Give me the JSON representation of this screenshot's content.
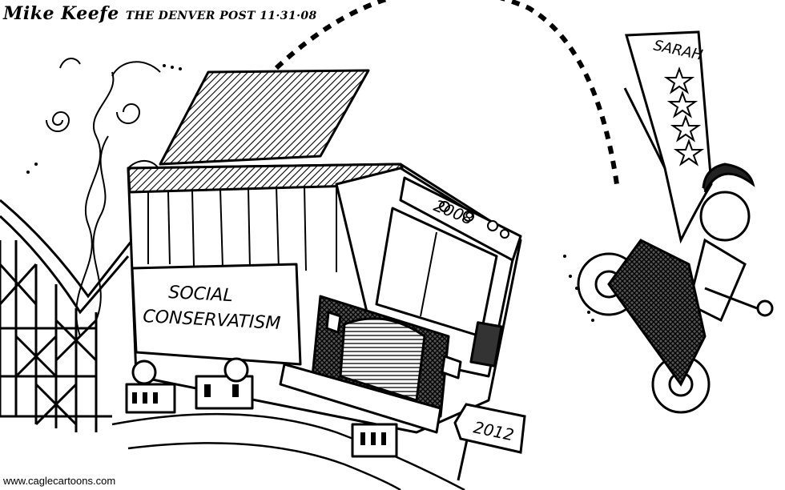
{
  "signature": {
    "artist": "Mike Keefe",
    "publication": "THE DENVER POST 11·31·08"
  },
  "bus": {
    "side_text_line1": "SOCIAL",
    "side_text_line2": "CONSERVATISM",
    "destination_sign": "2008"
  },
  "road_sign": "2012",
  "pennant": "SARAH",
  "website": "www.caglecartoons.com"
}
